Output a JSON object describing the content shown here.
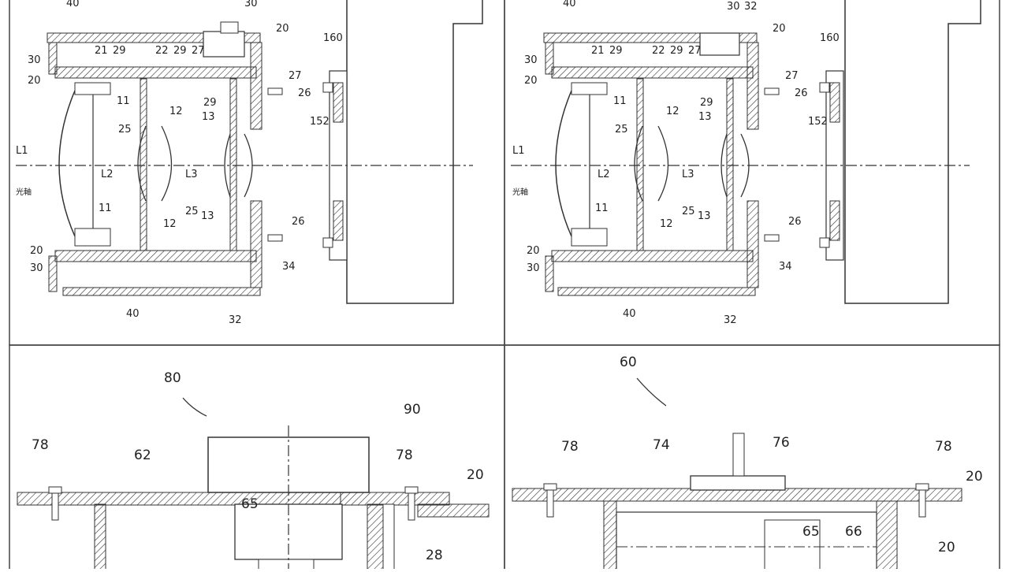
{
  "panels": {
    "top_left": {
      "labels": [
        "40",
        "30",
        "21",
        "29",
        "22",
        "29",
        "27",
        "20",
        "30",
        "20",
        "11",
        "25",
        "12",
        "13",
        "29",
        "27",
        "26",
        "152",
        "160",
        "L1",
        "L2",
        "L3",
        "光軸",
        "11",
        "25",
        "12",
        "13",
        "26",
        "20",
        "30",
        "34",
        "40",
        "32"
      ]
    },
    "top_right": {
      "labels": [
        "40",
        "30",
        "32",
        "20",
        "30",
        "21",
        "29",
        "22",
        "29",
        "27",
        "20",
        "11",
        "25",
        "12",
        "13",
        "29",
        "27",
        "26",
        "152",
        "160",
        "L1",
        "L2",
        "L3",
        "光軸",
        "11",
        "25",
        "12",
        "13",
        "26",
        "20",
        "30",
        "34",
        "40",
        "32"
      ]
    },
    "bottom_left": {
      "labels": [
        "80",
        "90",
        "78",
        "62",
        "78",
        "20",
        "65",
        "28"
      ]
    },
    "bottom_right": {
      "labels": [
        "60",
        "78",
        "74",
        "76",
        "78",
        "20",
        "65",
        "66",
        "20"
      ]
    }
  },
  "colors": {
    "line": "#333333",
    "background": "#ffffff"
  }
}
